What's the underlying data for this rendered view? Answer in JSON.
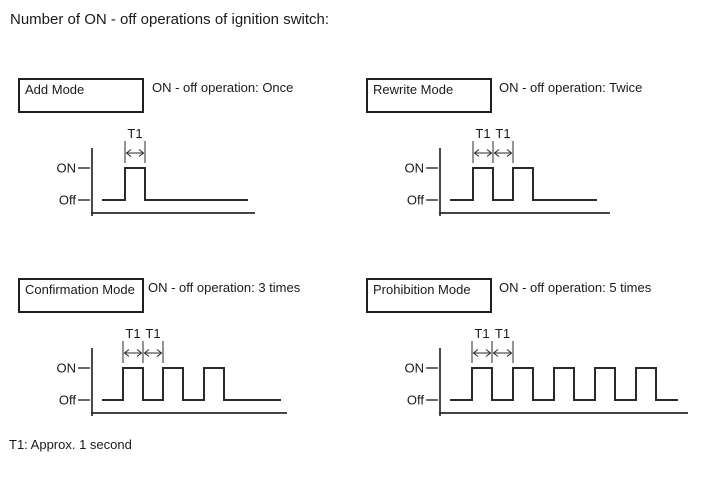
{
  "page": {
    "title": "Number of ON - off operations of ignition switch:",
    "footnote": "T1: Approx. 1 second"
  },
  "axis_labels": {
    "on": "ON",
    "off": "Off"
  },
  "panels": [
    {
      "id": "add",
      "mode_label": "Add Mode",
      "operation_text": "ON - off operation: Once",
      "pulse_count": 1,
      "t1_labels": [
        "T1"
      ]
    },
    {
      "id": "rewrite",
      "mode_label": "Rewrite Mode",
      "operation_text": "ON - off operation: Twice",
      "pulse_count": 2,
      "t1_labels": [
        "T1",
        "T1"
      ]
    },
    {
      "id": "confirmation",
      "mode_label": "Confirmation Mode",
      "operation_text": "ON - off operation: 3 times",
      "pulse_count": 3,
      "t1_labels": [
        "T1",
        "T1"
      ]
    },
    {
      "id": "prohibition",
      "mode_label": "Prohibition Mode",
      "operation_text": "ON - off operation: 5 times",
      "pulse_count": 5,
      "t1_labels": [
        "T1",
        "T1"
      ]
    }
  ],
  "colors": {
    "text": "#1a1a1a",
    "line": "#2a2a2a",
    "background": "#ffffff"
  }
}
